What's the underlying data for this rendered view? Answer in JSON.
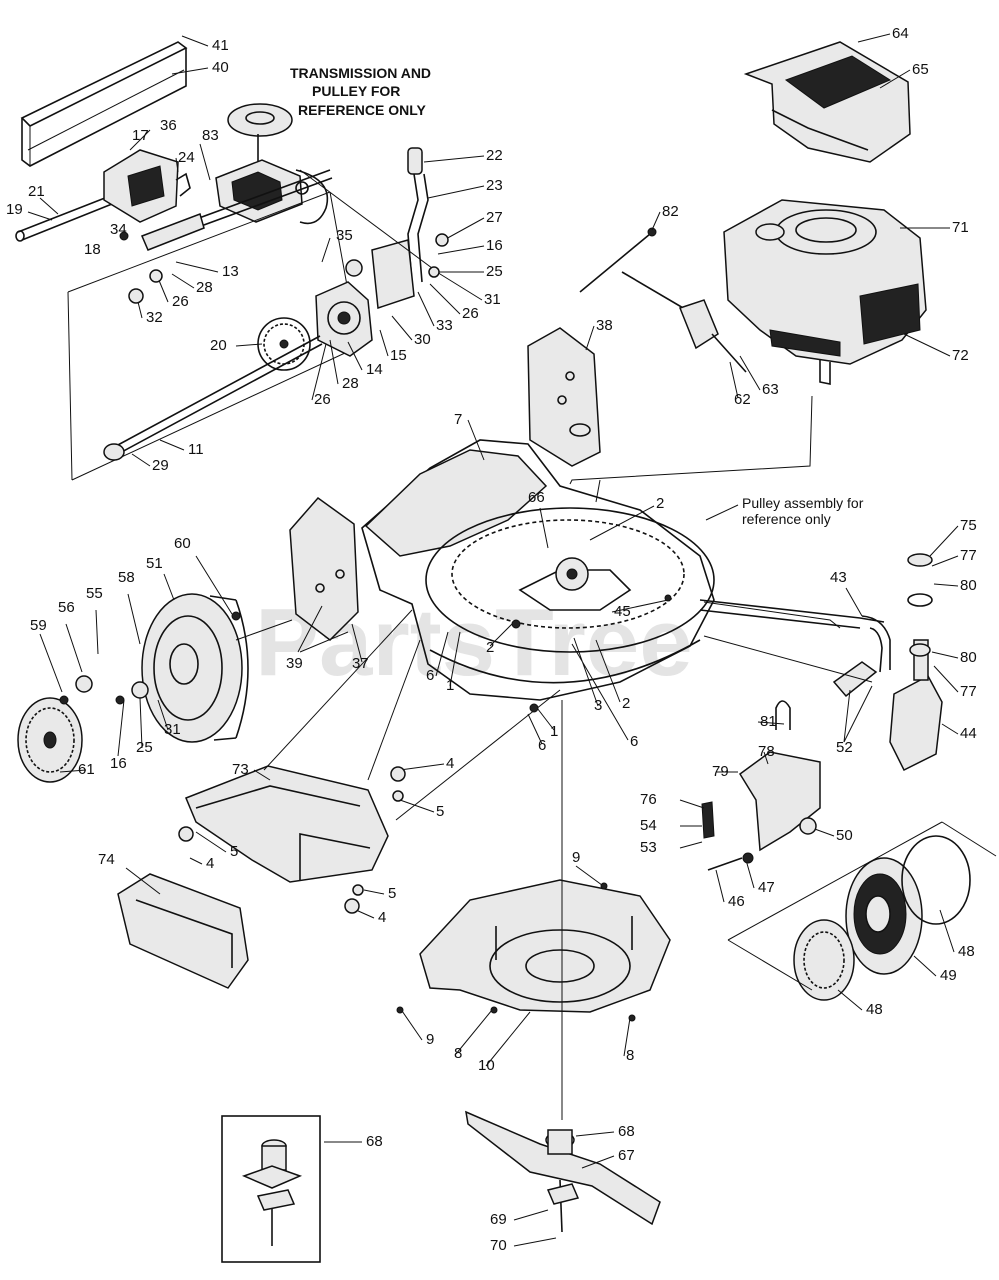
{
  "watermark": "PartsTree",
  "notes": {
    "transmission_line1": "TRANSMISSION AND",
    "transmission_line2": "PULLEY FOR",
    "transmission_line3": "REFERENCE ONLY",
    "pulley_line1": "Pulley assembly for",
    "pulley_line2": "reference only"
  },
  "callouts": [
    "41",
    "40",
    "64",
    "65",
    "17",
    "36",
    "83",
    "24",
    "22",
    "23",
    "21",
    "19",
    "27",
    "82",
    "16",
    "34",
    "35",
    "25",
    "71",
    "18",
    "13",
    "28",
    "26",
    "32",
    "31",
    "26",
    "33",
    "30",
    "20",
    "15",
    "14",
    "28",
    "26",
    "38",
    "72",
    "62",
    "63",
    "11",
    "29",
    "7",
    "66",
    "2",
    "60",
    "51",
    "58",
    "55",
    "56",
    "59",
    "39",
    "37",
    "2",
    "45",
    "75",
    "77",
    "80",
    "43",
    "80",
    "6",
    "1",
    "2",
    "3",
    "6",
    "77",
    "44",
    "16",
    "25",
    "31",
    "1",
    "6",
    "52",
    "61",
    "81",
    "73",
    "4",
    "5",
    "78",
    "79",
    "76",
    "54",
    "53",
    "5",
    "4",
    "50",
    "74",
    "9",
    "5",
    "4",
    "47",
    "46",
    "48",
    "49",
    "9",
    "8",
    "10",
    "8",
    "48",
    "68",
    "68",
    "67",
    "69",
    "70"
  ]
}
